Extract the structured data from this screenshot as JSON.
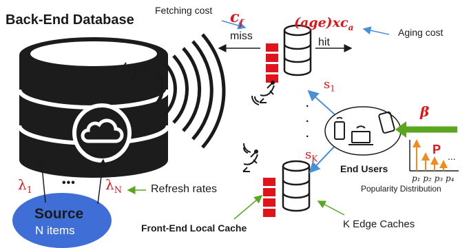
{
  "title": "Back-End Database",
  "fetching_cost": {
    "label": "Fetching cost",
    "symbol": "c",
    "subscript": "f"
  },
  "miss_label": "miss",
  "hit_label": "hit",
  "aging_cost": {
    "expr": "(age)x",
    "symbol": "c",
    "subscript": "a",
    "label": "Aging cost"
  },
  "s1": {
    "symbol": "s",
    "subscript": "1"
  },
  "sK": {
    "symbol": "s",
    "subscript": "K"
  },
  "vertical_dots": ".\n.\n.",
  "beta": "β",
  "popularity": {
    "p_label": "P",
    "ellipsis": "...",
    "ticks": "p₁ p₂ p₃ p₄",
    "caption": "Popularity Distribution"
  },
  "end_users": "End Users",
  "lambda1": {
    "symbol": "λ",
    "subscript": "1"
  },
  "lambdaN": {
    "symbol": "λ",
    "subscript": "N"
  },
  "source_dots": "•••",
  "refresh_rates": "Refresh rates",
  "source": {
    "title": "Source",
    "subtitle": "N items"
  },
  "front_end_cache": "Front-End Local Cache",
  "k_edge_caches": "K Edge Caches",
  "colors": {
    "red": "#e0141b",
    "dark": "#1a1a1a",
    "blue_ellipse": "#3f6fd6",
    "arrow_blue": "#4a90d9",
    "arrow_green": "#5aa61e",
    "orange": "#f08c1e"
  }
}
